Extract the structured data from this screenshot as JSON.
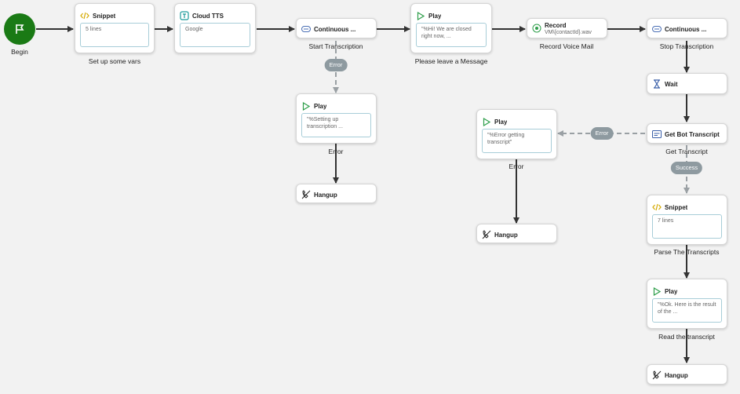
{
  "begin": {
    "label": "Begin"
  },
  "nodes": {
    "snippet1": {
      "title": "Snippet",
      "body": "5 lines",
      "label": "Set up some vars"
    },
    "tts": {
      "title": "Cloud TTS",
      "body": "Google"
    },
    "cont_start": {
      "title": "Continuous ...",
      "label": "Start Transcription"
    },
    "play_leave": {
      "title": "Play",
      "body": "\"%Hi! We are closed right now, ...",
      "label": "Please leave a Message"
    },
    "record": {
      "title": "Record",
      "sub": "VM\\{contactId}.wav",
      "label": "Record Voice Mail"
    },
    "cont_stop": {
      "title": "Continuous ...",
      "label": "Stop Transcription"
    },
    "play_err1": {
      "title": "Play",
      "body": "\"%Setting up transcription ...",
      "label": "Error"
    },
    "hangup1": {
      "title": "Hangup"
    },
    "wait": {
      "title": "Wait"
    },
    "bot": {
      "title": "Get Bot Transcript",
      "label": "Get Transcript"
    },
    "play_err2": {
      "title": "Play",
      "body": "\"%Error getting transcript\"",
      "label": "Error"
    },
    "hangup2": {
      "title": "Hangup"
    },
    "snippet2": {
      "title": "Snippet",
      "body": "7 lines",
      "label": "Parse The Transcripts"
    },
    "play_read": {
      "title": "Play",
      "body": "\"%Ok. Here is the result of the ...",
      "label": "Read the transcript"
    },
    "hangup3": {
      "title": "Hangup"
    }
  },
  "edge_labels": {
    "error1": "Error",
    "error2": "Error",
    "success": "Success"
  },
  "colors": {
    "begin": "#1a7a15",
    "edge": "#333333",
    "dashed_edge": "#9aa0a4",
    "pill": "#8e9aa0",
    "play_icon": "#2e9e4a",
    "snippet_icon": "#d4a900",
    "tts_icon": "#1a9a9a"
  }
}
